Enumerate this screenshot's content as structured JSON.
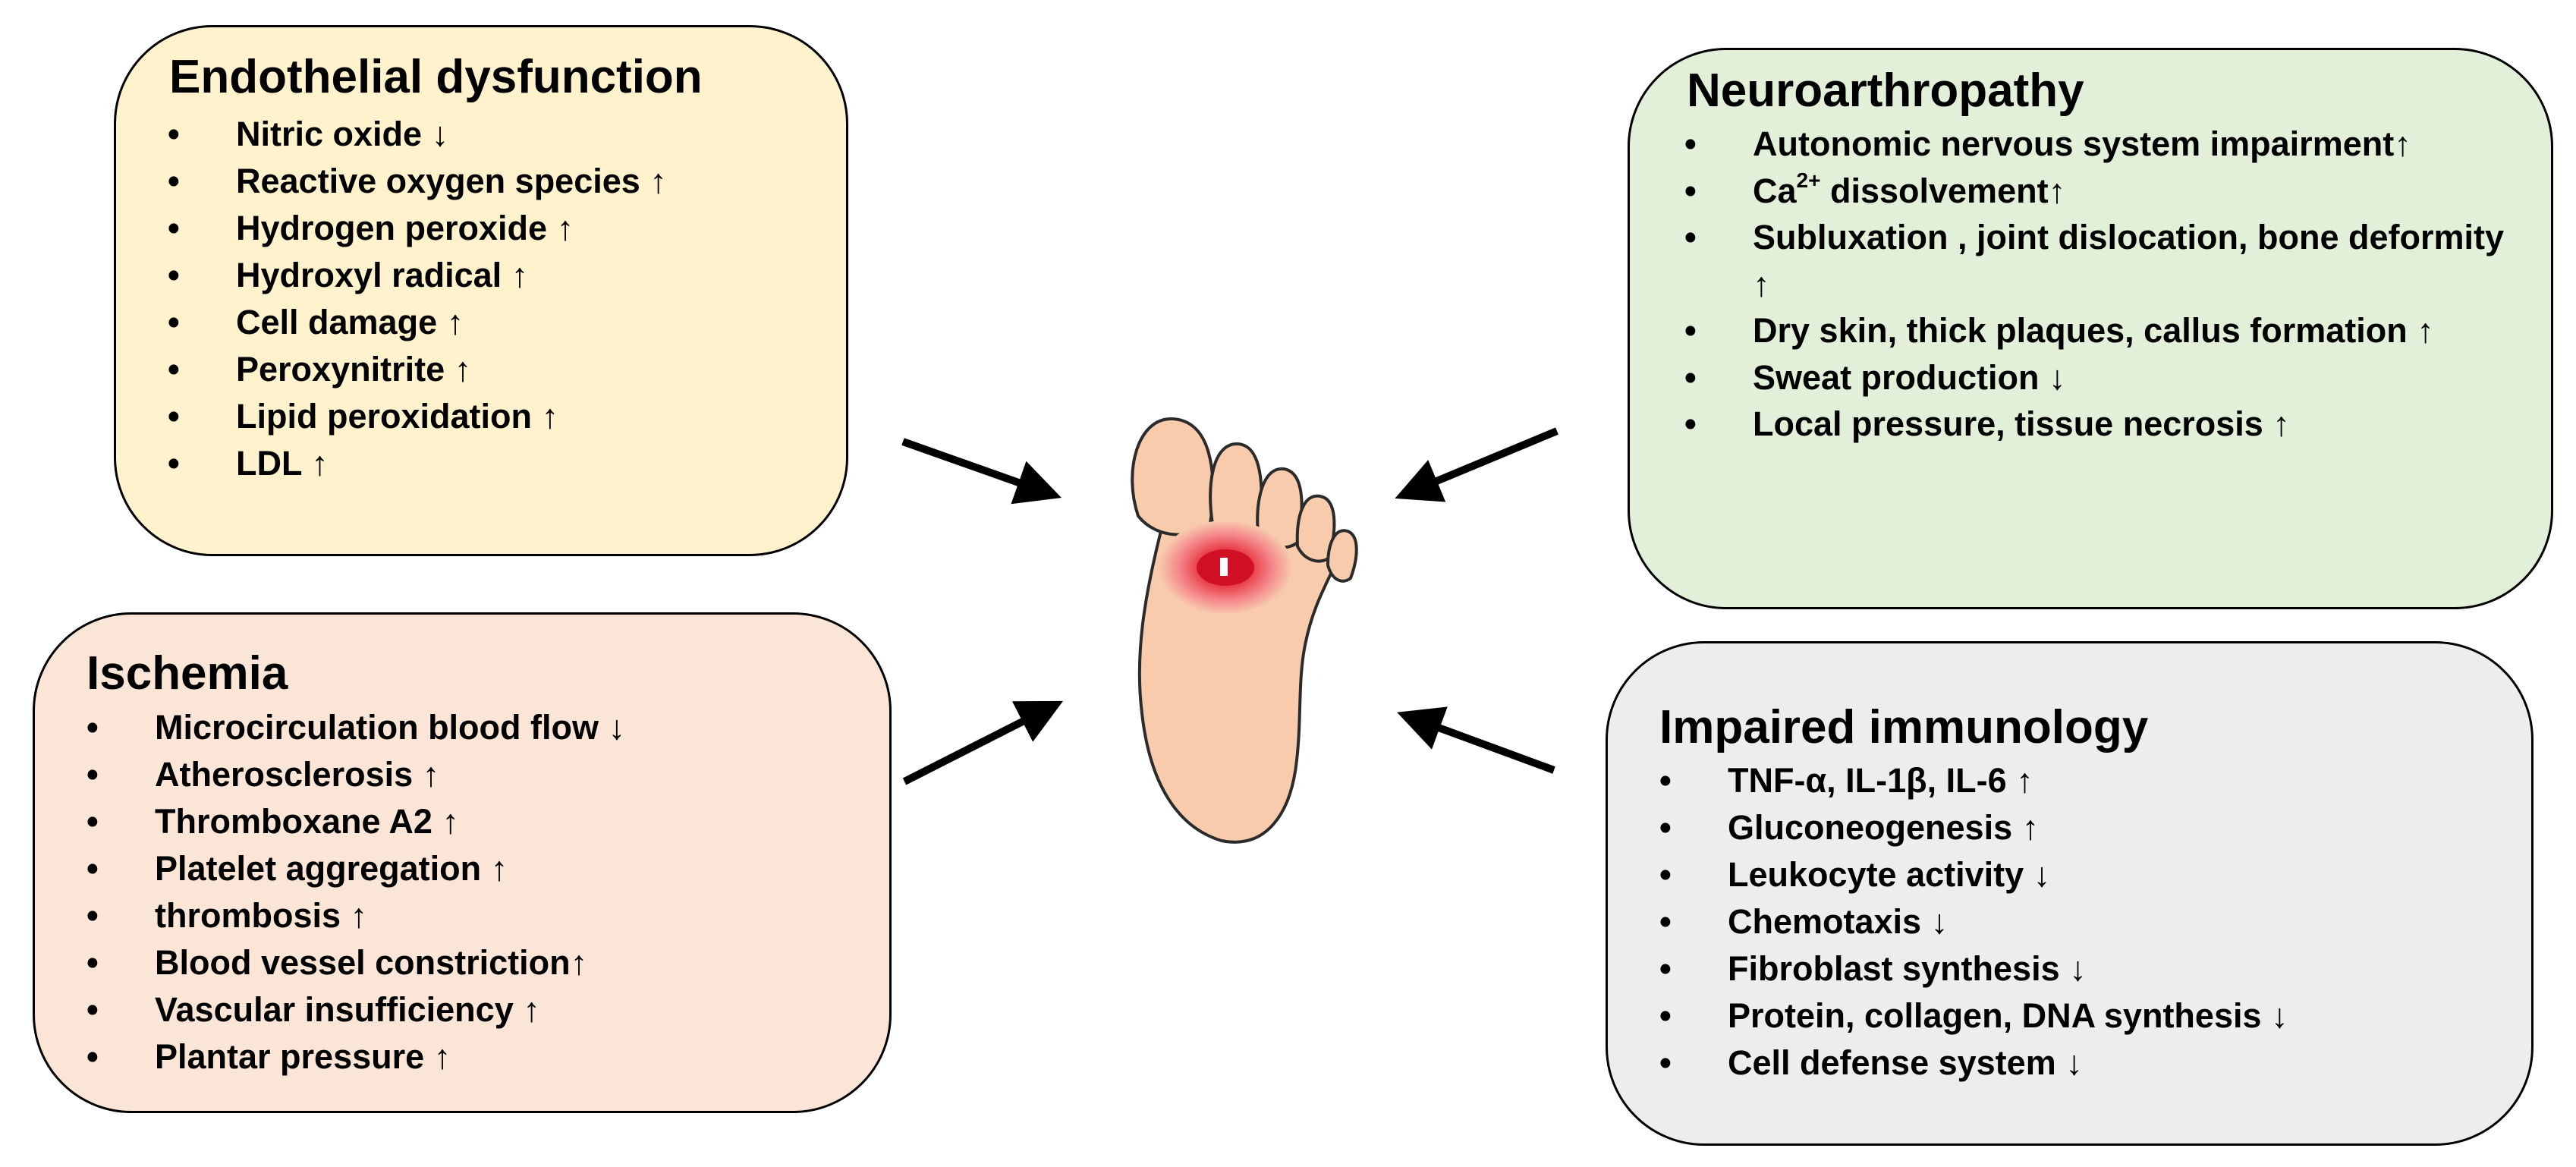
{
  "colors": {
    "endothelial_fill": "#FFF2CC",
    "neuroarthropathy_fill": "#E2F0D9",
    "ischemia_fill": "#FBE5D6",
    "immunology_fill": "#EDEDED",
    "outline": "#000000",
    "arrow": "#000000",
    "foot_skin": "#F8CBAD",
    "wound_red": "#E6333A"
  },
  "icons": {
    "center": "foot-with-ulcer-icon",
    "connectors": "arrow-icon"
  },
  "boxes": {
    "endothelial": {
      "title": "Endothelial dysfunction",
      "items": [
        {
          "text": "Nitric oxide ↓"
        },
        {
          "text": "Reactive oxygen species ↑"
        },
        {
          "text": "Hydrogen peroxide ↑"
        },
        {
          "text": "Hydroxyl radical ↑"
        },
        {
          "text": "Cell damage ↑"
        },
        {
          "text": "Peroxynitrite ↑"
        },
        {
          "text": "Lipid peroxidation ↑"
        },
        {
          "text": "LDL ↑"
        }
      ]
    },
    "neuroarthropathy": {
      "title": "Neuroarthropathy",
      "items": [
        {
          "text": "Autonomic nervous system impairment↑"
        },
        {
          "text": "Ca",
          "sup": "2+",
          "tail": " dissolvement↑"
        },
        {
          "text": "Subluxation , joint dislocation, bone deformity ↑"
        },
        {
          "text": "Dry skin, thick plaques, callus formation ↑"
        },
        {
          "text": "Sweat production ↓"
        },
        {
          "text": "Local pressure, tissue necrosis ↑"
        }
      ]
    },
    "ischemia": {
      "title": "Ischemia",
      "items": [
        {
          "text": "Microcirculation blood flow ↓"
        },
        {
          "text": "Atherosclerosis ↑"
        },
        {
          "text": "Thromboxane A2 ↑"
        },
        {
          "text": "Platelet aggregation ↑"
        },
        {
          "text": "thrombosis ↑"
        },
        {
          "text": "Blood vessel constriction↑"
        },
        {
          "text": "Vascular insufficiency ↑"
        },
        {
          "text": "Plantar pressure ↑"
        }
      ]
    },
    "immunology": {
      "title": "Impaired immunology",
      "items": [
        {
          "text": "TNF-α, IL-1β, IL-6 ↑"
        },
        {
          "text": "Gluconeogenesis ↑"
        },
        {
          "text": "Leukocyte activity ↓"
        },
        {
          "text": "Chemotaxis ↓"
        },
        {
          "text": "Fibroblast synthesis ↓"
        },
        {
          "text": "Protein, collagen, DNA synthesis ↓"
        },
        {
          "text": "Cell defense system ↓"
        }
      ]
    }
  }
}
